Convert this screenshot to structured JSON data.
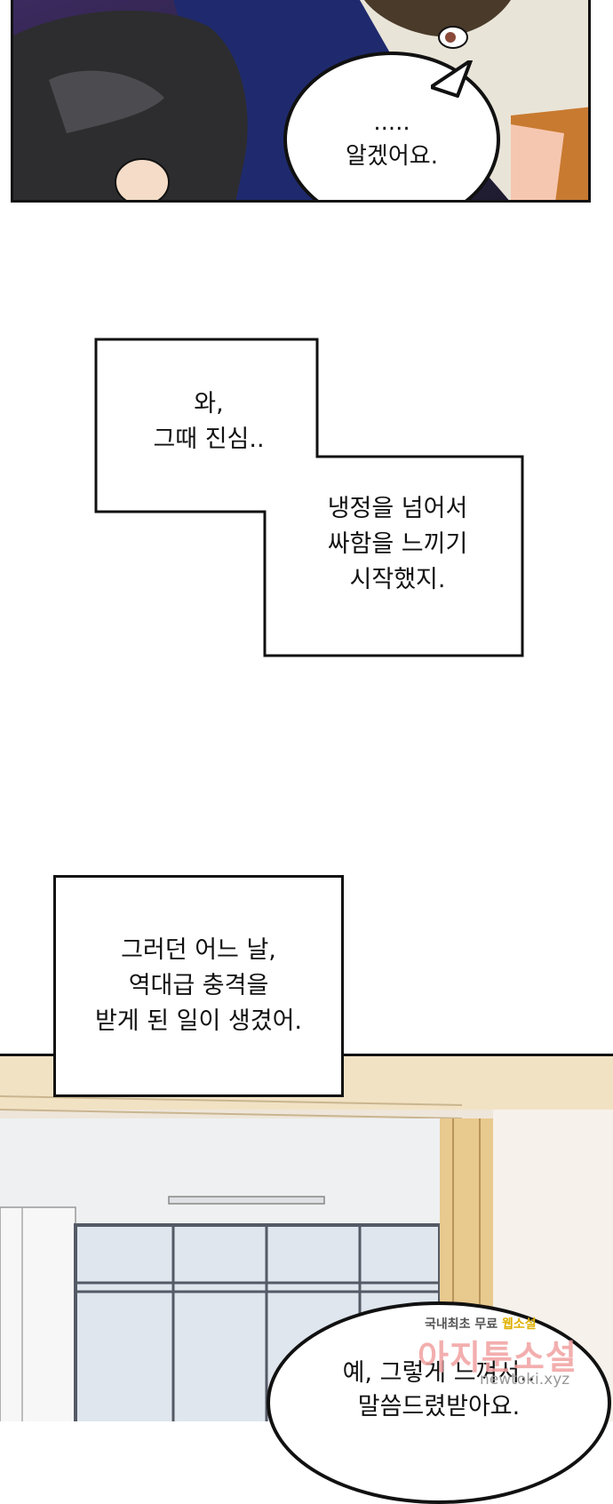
{
  "panel_top": {
    "speech": ".....\n알겠어요."
  },
  "narration_1": {
    "part_a": "와,\n그때 진심..",
    "part_b": "냉정을 넘어서\n싸함을 느끼기\n시작했지."
  },
  "narration_2": {
    "text": "그러던 어느 날,\n역대급 충격을\n받게 된 일이 생겼어."
  },
  "panel_bottom": {
    "speech": "예, 그렇게 느껴서..\n말씀드렸받아요."
  },
  "watermark": {
    "line1_left": "국내최초 무료",
    "line1_right": "웹소설",
    "line2": "아지툰소설",
    "url": "newtoki.xyz"
  }
}
